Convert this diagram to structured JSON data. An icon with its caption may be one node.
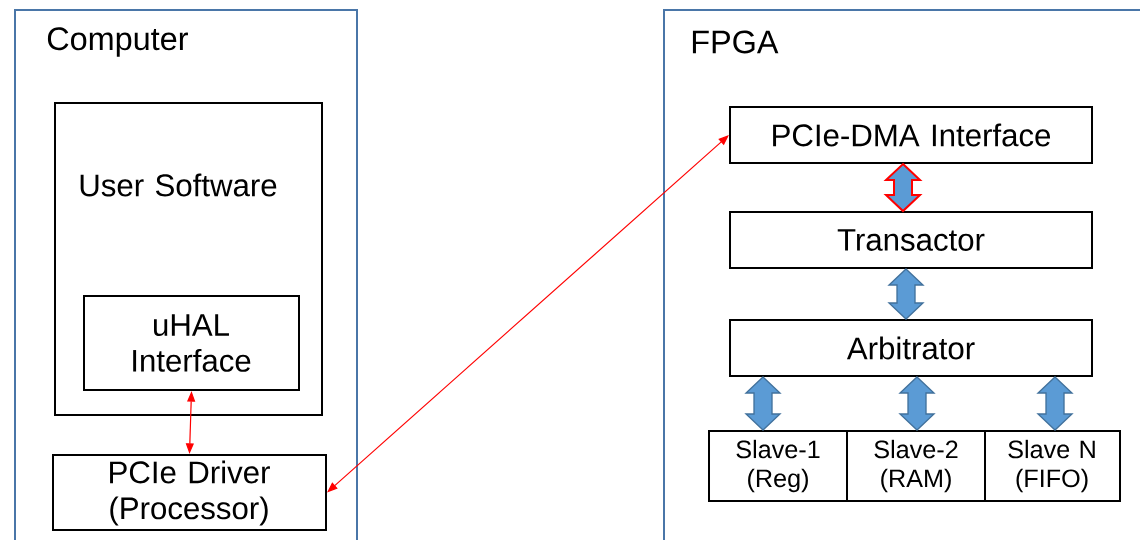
{
  "diagram": {
    "nodes": [
      {
        "text": [
          "Computer"
        ]
      },
      {
        "text": [
          "User Software"
        ],
        "in": 0
      },
      {
        "text": [
          "uHAL Interface"
        ],
        "in": 1
      },
      {
        "text": [
          "PCIe Driver (Processor)"
        ],
        "in": 0
      },
      {
        "text": [
          "FPGA"
        ]
      },
      {
        "text": [
          "PCIe-DMA Interface"
        ],
        "in": 4
      },
      {
        "text": [
          "Transactor"
        ],
        "in": 4
      },
      {
        "text": [
          "Arbitrator"
        ],
        "in": 4
      },
      {
        "text": [
          "Slave-1 (Reg)"
        ],
        "in": 4
      },
      {
        "text": [
          "Slave-2 (RAM)"
        ],
        "in": 4
      },
      {
        "text": [
          "Slave N (FIFO)"
        ],
        "in": 4
      }
    ],
    "edges": [
      {
        "from": 2,
        "to": 3,
        "arrow": "both",
        "color": "#ff0000"
      },
      {
        "from": 3,
        "to": 5,
        "arrow": "both",
        "color": "#ff0000"
      },
      {
        "from": 5,
        "to": 6,
        "arrow": "both",
        "style": "thick",
        "color": "#ff0000"
      },
      {
        "from": 6,
        "to": 7,
        "arrow": "both",
        "style": "thick"
      },
      {
        "from": 7,
        "to": 8,
        "arrow": "both",
        "style": "thick"
      },
      {
        "from": 7,
        "to": 9,
        "arrow": "both",
        "style": "thick"
      },
      {
        "from": 7,
        "to": 10,
        "arrow": "both",
        "style": "thick"
      }
    ]
  }
}
